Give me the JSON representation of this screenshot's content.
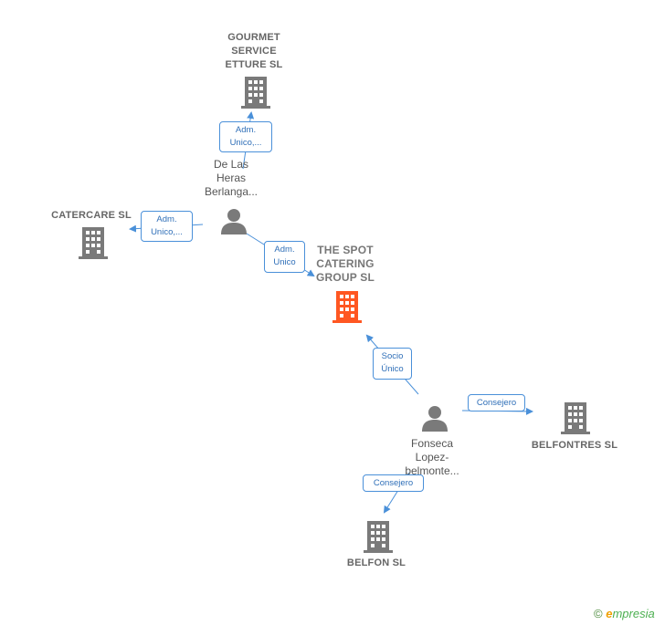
{
  "colors": {
    "building": "#7a7a7a",
    "main_building": "#ff5722",
    "person": "#7a7a7a",
    "edge": "#4a90d9"
  },
  "nodes": {
    "gourmet": {
      "label": "GOURMET\nSERVICE\nETTURE  SL",
      "icon": "building-icon"
    },
    "catercare": {
      "label": "CATERCARE SL",
      "icon": "building-icon"
    },
    "thespot": {
      "label": "THE SPOT\nCATERING\nGROUP  SL",
      "icon": "building-icon"
    },
    "belfontres": {
      "label": "BELFONTRES SL",
      "icon": "building-icon"
    },
    "belfon": {
      "label": "BELFON SL",
      "icon": "building-icon"
    },
    "delasheras": {
      "label": "De Las\nHeras\nBerlanga...",
      "icon": "person-icon"
    },
    "fonseca": {
      "label": "Fonseca\nLopez-\nbelmonte...",
      "icon": "person-icon"
    }
  },
  "relations": {
    "r1": "Adm.\nUnico,...",
    "r2": "Adm.\nUnico,...",
    "r3": "Adm.\nUnico",
    "r4": "Socio\nÚnico",
    "r5": "Consejero",
    "r6": "Consejero"
  },
  "footer": {
    "copyright": "©",
    "brand_e": "e",
    "brand_rest": "mpresia"
  }
}
